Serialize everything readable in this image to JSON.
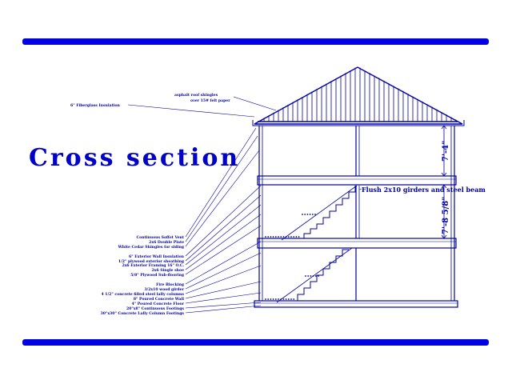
{
  "title": "Cross section",
  "colors": {
    "accent": "#0000e0",
    "drawing": "#0000a0"
  },
  "roof_labels": {
    "shingles_1": "asphalt roof shingles",
    "shingles_2": "over 15# felt paper",
    "insulation": "6\" Fiberglass Insulation"
  },
  "beam_note": "Flush 2x10 girders and steel beam",
  "dimensions": {
    "upper": "7'-4\"",
    "lower": "7'-8 5/8\""
  },
  "wall_labels": [
    "Continuous Soffet Vent",
    "2x6 Double Plate",
    "White Cedar Shingles for siding",
    "6\" Exterior Wall Insulation",
    "1/2\" plywood exterior sheathing",
    "2x6 Exterior Framing 16\" O.C.",
    "2x6 Single shoe",
    "5/8\" Plywood Sub-flooring",
    "Fire Blocking",
    "3/2x10 wood girder",
    "4 1/2\" concrete filled steel lally columns",
    "8\" Poured Concrete Wall",
    "4\" Poured Concrete Floor",
    "20\"x8\" Continuous Footings",
    "30\"x30\" Concrete Lally Column Footings"
  ]
}
